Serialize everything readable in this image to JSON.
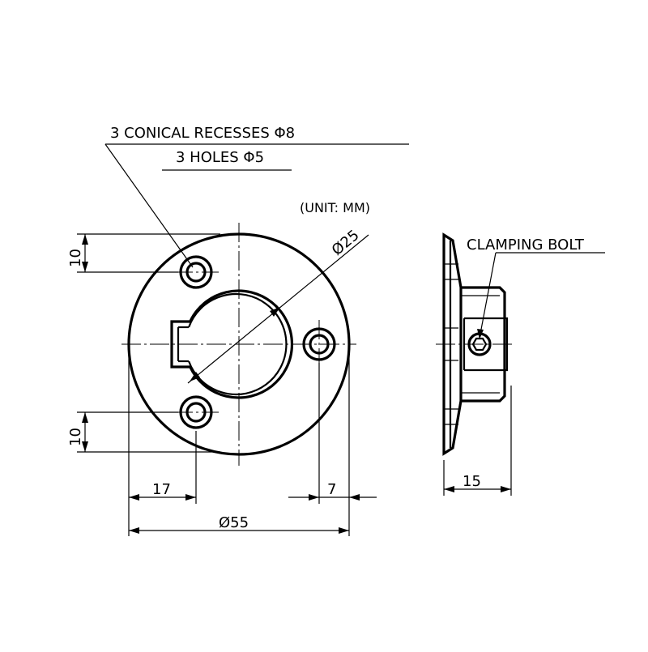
{
  "annotations": {
    "recesses_label": "3 CONICAL RECESSES  Φ8",
    "holes_label": "3 HOLES  Φ5",
    "unit_label": "(UNIT: MM)",
    "clamping_bolt_label": "CLAMPING BOLT"
  },
  "dimensions": {
    "bore_diameter": "Ø25",
    "top_offset": "10",
    "bottom_offset": "10",
    "left_offset": "17",
    "right_offset": "7",
    "outer_diameter": "Ø55",
    "side_depth": "15"
  }
}
